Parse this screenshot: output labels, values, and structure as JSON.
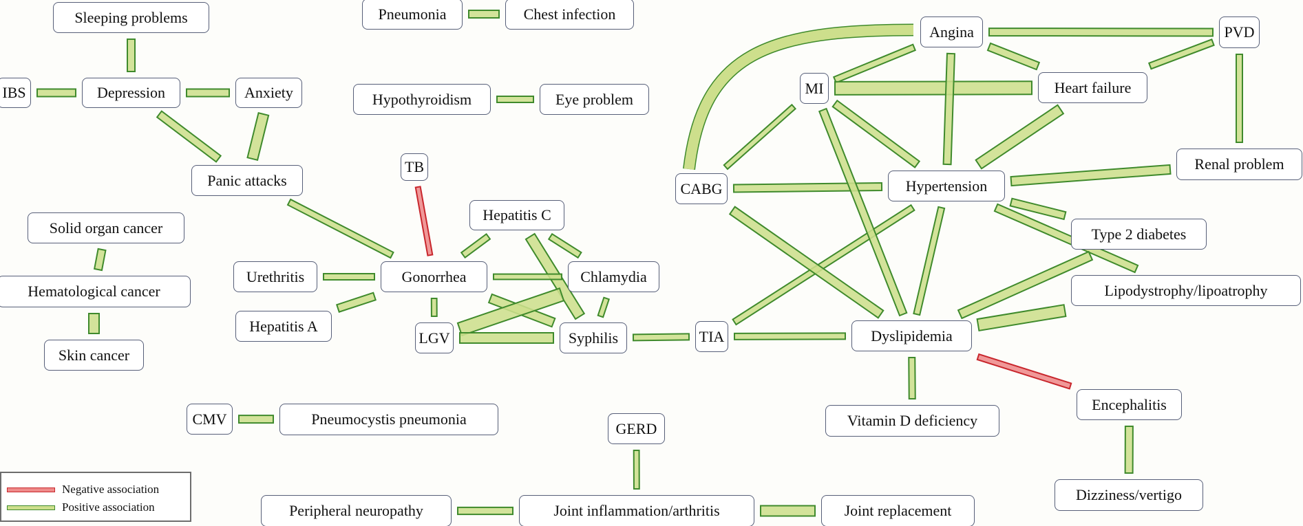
{
  "diagram": {
    "type": "network",
    "title": "",
    "colors": {
      "positive_fill": "#cddf8c",
      "positive_stroke": "#3f8a2c",
      "negative_fill": "#ee8a8a",
      "negative_stroke": "#c8262c",
      "node_border": "#565e78",
      "background": "#fdfdfa"
    },
    "nodes": [
      {
        "id": "sleeping",
        "label": "Sleeping problems"
      },
      {
        "id": "ibs",
        "label": "IBS"
      },
      {
        "id": "depression",
        "label": "Depression"
      },
      {
        "id": "anxiety",
        "label": "Anxiety"
      },
      {
        "id": "panic",
        "label": "Panic attacks"
      },
      {
        "id": "solid",
        "label": "Solid organ cancer"
      },
      {
        "id": "hemato",
        "label": "Hematological cancer"
      },
      {
        "id": "skin",
        "label": "Skin cancer"
      },
      {
        "id": "pneumonia",
        "label": "Pneumonia"
      },
      {
        "id": "chest",
        "label": "Chest infection"
      },
      {
        "id": "hypothyroid",
        "label": "Hypothyroidism"
      },
      {
        "id": "eye",
        "label": "Eye problem"
      },
      {
        "id": "tb",
        "label": "TB"
      },
      {
        "id": "hepc",
        "label": "Hepatitis C"
      },
      {
        "id": "urethritis",
        "label": "Urethritis"
      },
      {
        "id": "gonorrhea",
        "label": "Gonorrhea"
      },
      {
        "id": "chlamydia",
        "label": "Chlamydia"
      },
      {
        "id": "hepa",
        "label": "Hepatitis A"
      },
      {
        "id": "lgv",
        "label": "LGV"
      },
      {
        "id": "syphilis",
        "label": "Syphilis"
      },
      {
        "id": "tia",
        "label": "TIA"
      },
      {
        "id": "cabg",
        "label": "CABG"
      },
      {
        "id": "mi",
        "label": "MI"
      },
      {
        "id": "angina",
        "label": "Angina"
      },
      {
        "id": "pvd",
        "label": "PVD"
      },
      {
        "id": "hf",
        "label": "Heart failure"
      },
      {
        "id": "htn",
        "label": "Hypertension"
      },
      {
        "id": "renal",
        "label": "Renal problem"
      },
      {
        "id": "t2d",
        "label": "Type 2 diabetes"
      },
      {
        "id": "lipo",
        "label": "Lipodystrophy/lipoatrophy"
      },
      {
        "id": "dyslip",
        "label": "Dyslipidemia"
      },
      {
        "id": "vitd",
        "label": "Vitamin D deficiency"
      },
      {
        "id": "enceph",
        "label": "Encephalitis"
      },
      {
        "id": "dizzy",
        "label": "Dizziness/vertigo"
      },
      {
        "id": "cmv",
        "label": "CMV"
      },
      {
        "id": "pcp",
        "label": "Pneumocystis pneumonia"
      },
      {
        "id": "gerd",
        "label": "GERD"
      },
      {
        "id": "periph",
        "label": "Peripheral neuropathy"
      },
      {
        "id": "joint",
        "label": "Joint inflammation/arthritis"
      },
      {
        "id": "jointrep",
        "label": "Joint replacement"
      }
    ],
    "edges": [
      {
        "from": "sleeping",
        "to": "depression",
        "association": "positive",
        "strength": 2
      },
      {
        "from": "ibs",
        "to": "depression",
        "association": "positive",
        "strength": 2
      },
      {
        "from": "depression",
        "to": "anxiety",
        "association": "positive",
        "strength": 2
      },
      {
        "from": "depression",
        "to": "panic",
        "association": "positive",
        "strength": 2
      },
      {
        "from": "anxiety",
        "to": "panic",
        "association": "positive",
        "strength": 3
      },
      {
        "from": "panic",
        "to": "gonorrhea",
        "association": "positive",
        "strength": 1.5
      },
      {
        "from": "solid",
        "to": "hemato",
        "association": "positive",
        "strength": 2
      },
      {
        "from": "hemato",
        "to": "skin",
        "association": "positive",
        "strength": 3
      },
      {
        "from": "pneumonia",
        "to": "chest",
        "association": "positive",
        "strength": 2
      },
      {
        "from": "hypothyroid",
        "to": "eye",
        "association": "positive",
        "strength": 1.5
      },
      {
        "from": "tb",
        "to": "gonorrhea",
        "association": "negative",
        "strength": 1
      },
      {
        "from": "hepc",
        "to": "gonorrhea",
        "association": "positive",
        "strength": 1.5
      },
      {
        "from": "hepc",
        "to": "chlamydia",
        "association": "positive",
        "strength": 1.5
      },
      {
        "from": "hepc",
        "to": "syphilis",
        "association": "positive",
        "strength": 3
      },
      {
        "from": "urethritis",
        "to": "gonorrhea",
        "association": "positive",
        "strength": 1.5
      },
      {
        "from": "hepa",
        "to": "gonorrhea",
        "association": "positive",
        "strength": 2
      },
      {
        "from": "gonorrhea",
        "to": "chlamydia",
        "association": "positive",
        "strength": 1.2
      },
      {
        "from": "gonorrhea",
        "to": "lgv",
        "association": "positive",
        "strength": 1.2
      },
      {
        "from": "gonorrhea",
        "to": "syphilis",
        "association": "positive",
        "strength": 2.5
      },
      {
        "from": "chlamydia",
        "to": "lgv",
        "association": "positive",
        "strength": 4
      },
      {
        "from": "chlamydia",
        "to": "syphilis",
        "association": "positive",
        "strength": 1.2
      },
      {
        "from": "lgv",
        "to": "syphilis",
        "association": "positive",
        "strength": 3
      },
      {
        "from": "syphilis",
        "to": "tia",
        "association": "positive",
        "strength": 1.5
      },
      {
        "from": "tia",
        "to": "dyslip",
        "association": "positive",
        "strength": 1.5
      },
      {
        "from": "tia",
        "to": "htn",
        "association": "positive",
        "strength": 1.5
      },
      {
        "from": "cabg",
        "to": "angina",
        "association": "positive",
        "strength": 3
      },
      {
        "from": "cabg",
        "to": "mi",
        "association": "positive",
        "strength": 1.2
      },
      {
        "from": "cabg",
        "to": "htn",
        "association": "positive",
        "strength": 2
      },
      {
        "from": "cabg",
        "to": "dyslip",
        "association": "positive",
        "strength": 2.5
      },
      {
        "from": "mi",
        "to": "angina",
        "association": "positive",
        "strength": 1.5
      },
      {
        "from": "mi",
        "to": "hf",
        "association": "positive",
        "strength": 4
      },
      {
        "from": "mi",
        "to": "htn",
        "association": "positive",
        "strength": 2
      },
      {
        "from": "mi",
        "to": "dyslip",
        "association": "positive",
        "strength": 2
      },
      {
        "from": "angina",
        "to": "pvd",
        "association": "positive",
        "strength": 2
      },
      {
        "from": "angina",
        "to": "hf",
        "association": "positive",
        "strength": 2
      },
      {
        "from": "angina",
        "to": "htn",
        "association": "positive",
        "strength": 2
      },
      {
        "from": "pvd",
        "to": "hf",
        "association": "positive",
        "strength": 1.5
      },
      {
        "from": "pvd",
        "to": "renal",
        "association": "positive",
        "strength": 1.5
      },
      {
        "from": "hf",
        "to": "htn",
        "association": "positive",
        "strength": 3
      },
      {
        "from": "htn",
        "to": "renal",
        "association": "positive",
        "strength": 2.5
      },
      {
        "from": "htn",
        "to": "t2d",
        "association": "positive",
        "strength": 2
      },
      {
        "from": "htn",
        "to": "lipo",
        "association": "positive",
        "strength": 2
      },
      {
        "from": "htn",
        "to": "dyslip",
        "association": "positive",
        "strength": 1.5
      },
      {
        "from": "dyslip",
        "to": "t2d",
        "association": "positive",
        "strength": 2.5
      },
      {
        "from": "dyslip",
        "to": "lipo",
        "association": "positive",
        "strength": 3.5
      },
      {
        "from": "dyslip",
        "to": "vitd",
        "association": "positive",
        "strength": 1.5
      },
      {
        "from": "dyslip",
        "to": "enceph",
        "association": "negative",
        "strength": 1.3
      },
      {
        "from": "enceph",
        "to": "dizzy",
        "association": "positive",
        "strength": 2
      },
      {
        "from": "cmv",
        "to": "pcp",
        "association": "positive",
        "strength": 2
      },
      {
        "from": "gerd",
        "to": "joint",
        "association": "positive",
        "strength": 1.2
      },
      {
        "from": "periph",
        "to": "joint",
        "association": "positive",
        "strength": 1.8
      },
      {
        "from": "joint",
        "to": "jointrep",
        "association": "positive",
        "strength": 3
      }
    ],
    "legend": {
      "negative_label": "Negative association",
      "positive_label": "Positive association"
    }
  }
}
